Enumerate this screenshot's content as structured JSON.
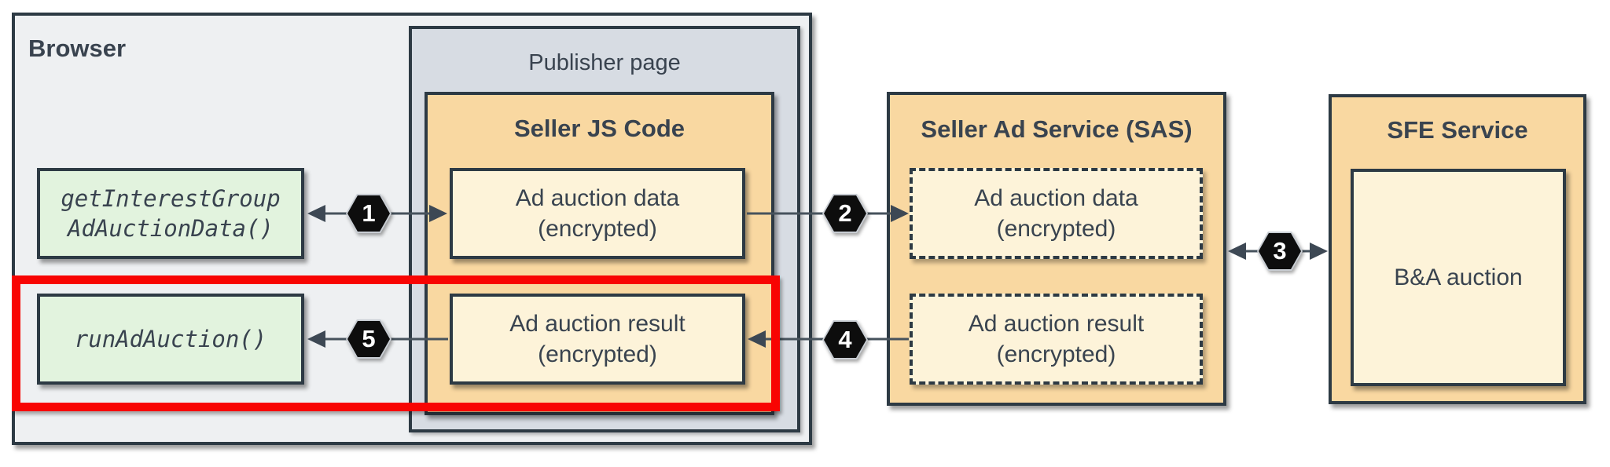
{
  "browser": {
    "title": "Browser",
    "get_interest_group_box": {
      "line1": "getInterestGroup",
      "line2": "AdAuctionData()"
    },
    "run_ad_auction_box": {
      "line1": "runAdAuction()"
    }
  },
  "publisher": {
    "title": "Publisher page"
  },
  "seller_js": {
    "title": "Seller JS Code",
    "data_box": {
      "line1": "Ad auction data",
      "line2": "(encrypted)"
    },
    "result_box": {
      "line1": "Ad auction result",
      "line2": "(encrypted)"
    }
  },
  "sas": {
    "title": "Seller Ad Service (SAS)",
    "data_box": {
      "line1": "Ad auction data",
      "line2": "(encrypted)"
    },
    "result_box": {
      "line1": "Ad auction result",
      "line2": "(encrypted)"
    }
  },
  "sfe": {
    "title": "SFE Service",
    "auction_box": {
      "label": "B&A auction"
    }
  },
  "badges": {
    "step1": "1",
    "step2": "2",
    "step3": "3",
    "step4": "4",
    "step5": "5"
  },
  "colors": {
    "browser_bg": "#eef0f2",
    "publisher_bg": "#d7dce3",
    "orange": "#f9d8a1",
    "cream": "#fdf3d9",
    "green": "#e2f3de",
    "box_border": "#2d3a44",
    "text": "#39434f",
    "badge_bg": "#0d0d0d",
    "badge_text": "#ffffff",
    "arrow": "#46525c",
    "highlight_red": "#f80402"
  }
}
